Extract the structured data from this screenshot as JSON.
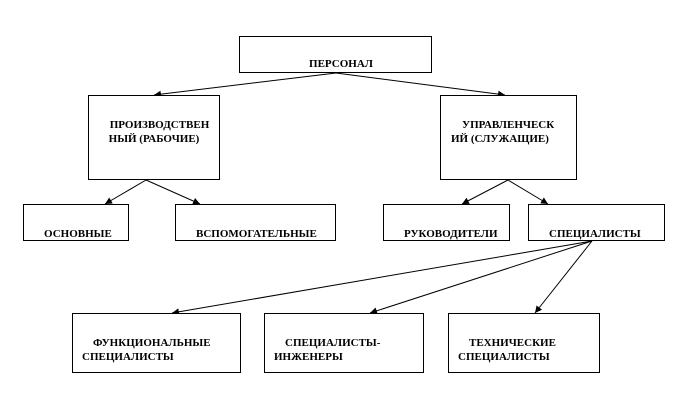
{
  "diagram": {
    "nodes": {
      "personnel": {
        "label": "ПЕРСОНАЛ"
      },
      "production": {
        "label": "ПРОИЗВОДСТВЕН\nНЫЙ (РАБОЧИЕ)"
      },
      "management": {
        "label": "УПРАВЛЕНЧЕСК\nИЙ (СЛУЖАЩИЕ)"
      },
      "main": {
        "label": "ОСНОВНЫЕ"
      },
      "auxiliary": {
        "label": "ВСПОМОГАТЕЛЬНЫЕ"
      },
      "managers": {
        "label": "РУКОВОДИТЕЛИ"
      },
      "specialists": {
        "label": "СПЕЦИАЛИСТЫ"
      },
      "functional": {
        "label": "ФУНКЦИОНАЛЬНЫЕ\nСПЕЦИАЛИСТЫ"
      },
      "engineers": {
        "label": "СПЕЦИАЛИСТЫ-\nИНЖЕНЕРЫ"
      },
      "technical": {
        "label": "ТЕХНИЧЕСКИЕ\nСПЕЦИАЛИСТЫ"
      }
    },
    "edges": [
      {
        "from": "personnel",
        "to": "production"
      },
      {
        "from": "personnel",
        "to": "management"
      },
      {
        "from": "production",
        "to": "main"
      },
      {
        "from": "production",
        "to": "auxiliary"
      },
      {
        "from": "management",
        "to": "managers"
      },
      {
        "from": "management",
        "to": "specialists"
      },
      {
        "from": "specialists",
        "to": "functional"
      },
      {
        "from": "specialists",
        "to": "engineers"
      },
      {
        "from": "specialists",
        "to": "technical"
      }
    ]
  }
}
